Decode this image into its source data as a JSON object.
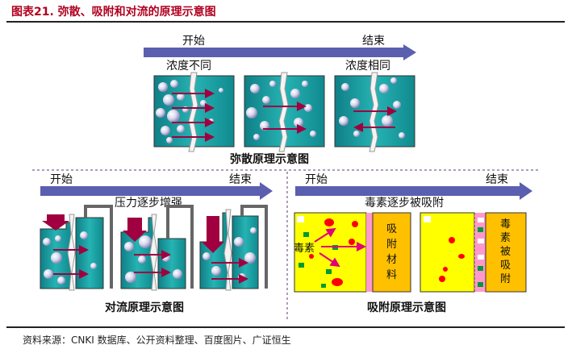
{
  "header": {
    "title": "图表21.   弥散、吸附和对流的原理示意图"
  },
  "diffusion": {
    "start": "开始",
    "end": "结束",
    "left_state": "浓度不同",
    "right_state": "浓度相同",
    "caption": "弥散原理示意图"
  },
  "convection": {
    "start": "开始",
    "end": "结束",
    "process": "压力逐步增强",
    "caption": "对流原理示意图"
  },
  "adsorption": {
    "start": "开始",
    "end": "结束",
    "process": "毒素逐步被吸附",
    "toxin_label": "毒素",
    "material_label": [
      "吸",
      "附",
      "材",
      "料"
    ],
    "adsorbed_label": [
      "毒",
      "素",
      "被",
      "吸",
      "附"
    ],
    "caption": "吸附原理示意图"
  },
  "footer": {
    "source": "资料来源：CNKI 数据库、公开资料整理、百度图片、广证恒生"
  },
  "colors": {
    "title": "#b00020",
    "arrow": "#5b5fb0",
    "tank": "#1f9a9a",
    "yellow": "#ffff00",
    "orange": "#ffc000",
    "pink": "#ff99cc",
    "toxin_red": "#ff0000",
    "particle_green": "#009933",
    "pressure_arrow": "#a00040"
  }
}
